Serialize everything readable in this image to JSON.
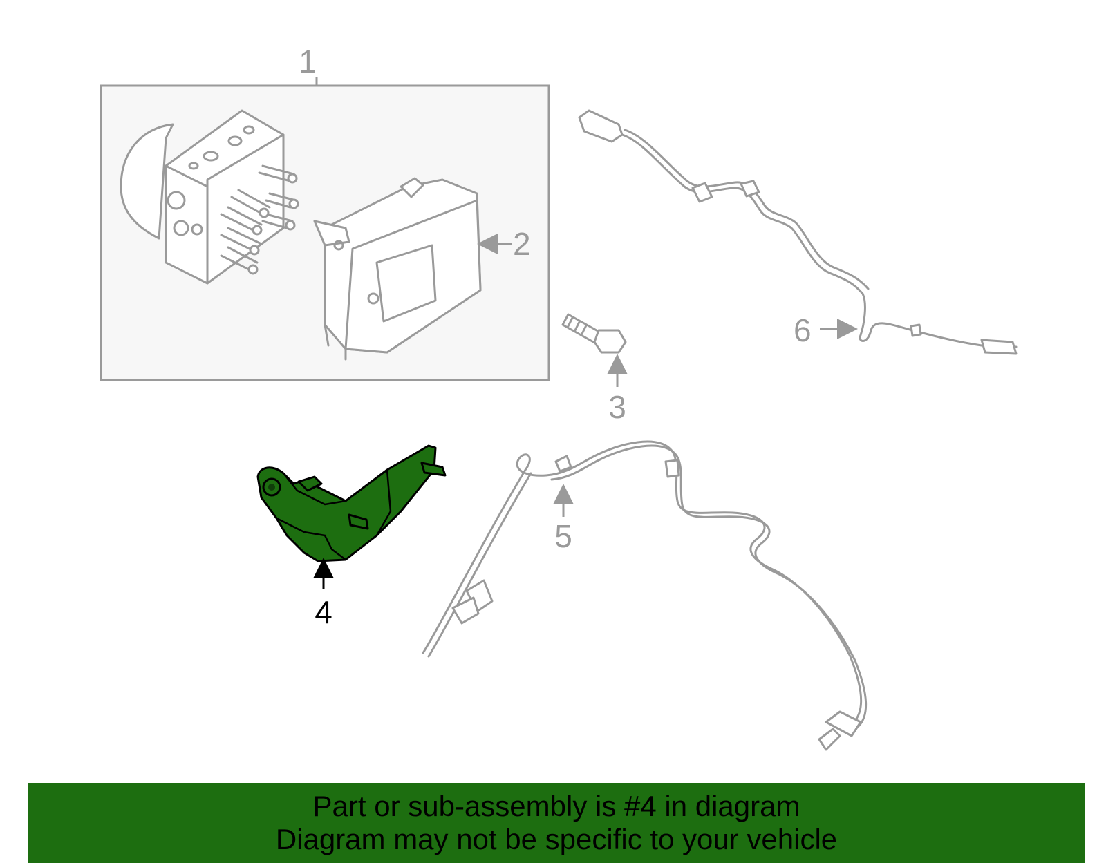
{
  "diagram": {
    "callouts": {
      "c1": "1",
      "c2": "2",
      "c3": "3",
      "c4": "4",
      "c5": "5",
      "c6": "6"
    },
    "highlight_color": "#1d6e10",
    "highlighted_part": "4"
  },
  "banner": {
    "line1": "Part or sub-assembly is #4 in diagram",
    "line2": "Diagram may not be specific to your vehicle",
    "background": "#1d6e10"
  }
}
